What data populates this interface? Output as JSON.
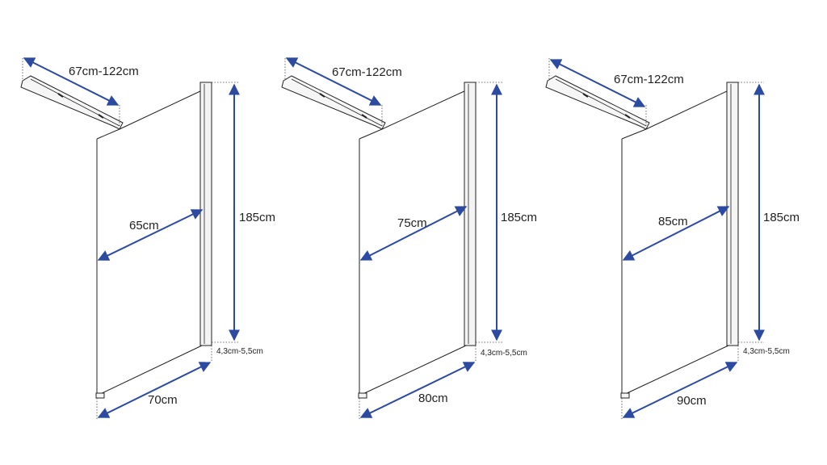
{
  "colors": {
    "dimension": "#2b4aa0",
    "line": "#222222"
  },
  "panels": [
    {
      "bar_length": "67cm-122cm",
      "panel_width": "65cm",
      "height": "185cm",
      "profile": "4,3cm-5,5cm",
      "floor_width": "70cm"
    },
    {
      "bar_length": "67cm-122cm",
      "panel_width": "75cm",
      "height": "185cm",
      "profile": "4,3cm-5,5cm",
      "floor_width": "80cm"
    },
    {
      "bar_length": "67cm-122cm",
      "panel_width": "85cm",
      "height": "185cm",
      "profile": "4,3cm-5,5cm",
      "floor_width": "90cm"
    }
  ]
}
